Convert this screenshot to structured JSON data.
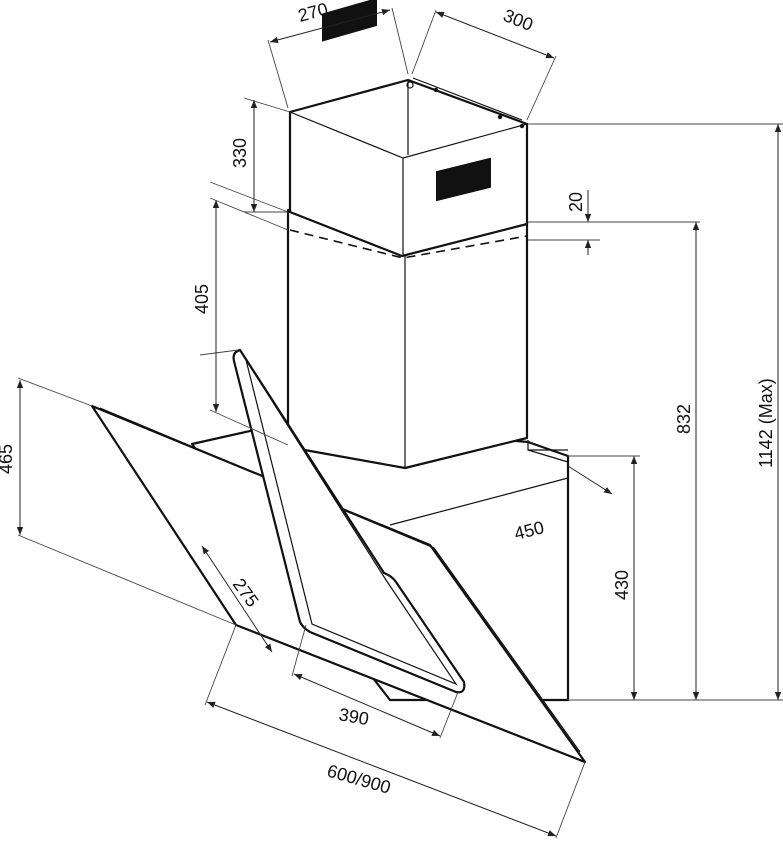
{
  "dimensions": {
    "chimney_width": "270",
    "chimney_depth": "300",
    "chimney_top_section": "330",
    "chimney_overlap": "20",
    "chimney_lower_section": "405",
    "glass_depth": "465",
    "body_depth": "450",
    "body_height": "430",
    "min_height": "832",
    "max_height": "1142 (Max)",
    "filter_depth": "275",
    "filter_width": "390",
    "hood_width": "600/900"
  },
  "colors": {
    "line": "#111111",
    "background": "#ffffff"
  }
}
